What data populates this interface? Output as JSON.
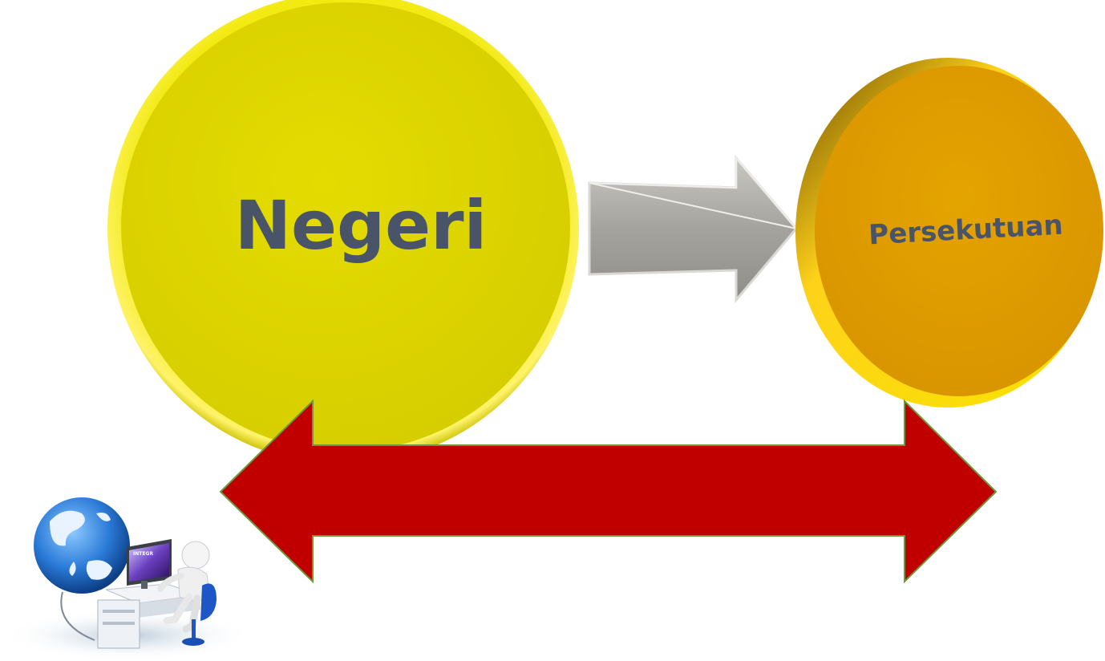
{
  "nodes": {
    "state": {
      "label": "Negeri"
    },
    "federal": {
      "label": "Persekutuan"
    }
  },
  "clipart": {
    "monitor_text": "INTEGR"
  },
  "colors": {
    "state_fill": "#e0d800",
    "state_rim": "#f6ee1a",
    "federal_fill": "#e0a000",
    "federal_rim": "#ffe000",
    "label_text": "#4a5468",
    "grey_arrow": "#a3a29d",
    "red_arrow": "#c00000",
    "red_arrow_outline": "#6a9a3a",
    "globe": "#1f6fd0"
  },
  "arrows": [
    {
      "from": "state",
      "to": "federal",
      "style": "single",
      "color": "grey"
    },
    {
      "from": "state",
      "to": "federal",
      "style": "double",
      "color": "red"
    }
  ]
}
